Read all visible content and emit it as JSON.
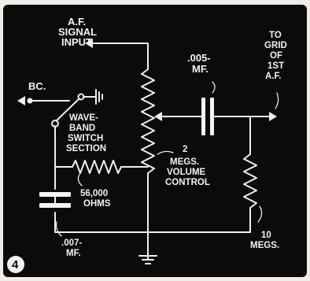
{
  "labels": {
    "signal_input": [
      "A.F.",
      "SIGNAL",
      "INPUT"
    ],
    "bc": "BC.",
    "switch": [
      "WAVE-",
      "BAND",
      "SWITCH",
      "SECTION"
    ],
    "resistor_series": [
      "56,000",
      "OHMS"
    ],
    "capacitor_bypass": [
      ".007-",
      "MF."
    ],
    "capacitor_coupling": [
      ".005-",
      "MF."
    ],
    "volume_control": [
      "2",
      "MEGS.",
      "VOLUME",
      "CONTROL"
    ],
    "grid_output": [
      "TO",
      "GRID",
      "OF",
      "1ST",
      "A.F."
    ],
    "resistor_grid": [
      "10",
      "MEGS."
    ],
    "figure_number": "4"
  },
  "colors": {
    "background": "#0b0b0b",
    "frame": "#f0ede6",
    "ink": "#f2f2f2"
  }
}
